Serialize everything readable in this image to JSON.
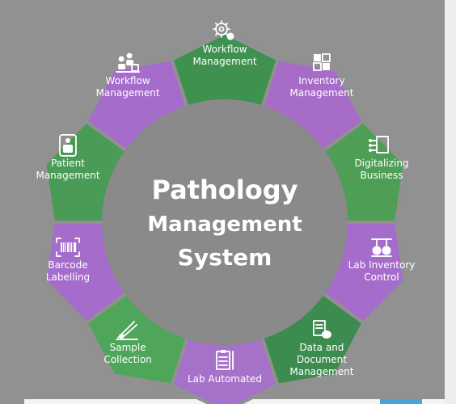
{
  "diagram": {
    "center_title_lines": [
      "Pathology",
      "Management",
      "System"
    ],
    "segments": [
      {
        "label_lines": [
          "Workflow",
          "Management"
        ],
        "color": "#3f9150",
        "icon": "gears-icon"
      },
      {
        "label_lines": [
          "Inventory",
          "Management"
        ],
        "color": "#a76cc8",
        "icon": "inventory-boxes-icon"
      },
      {
        "label_lines": [
          "Digitalizing",
          "Business"
        ],
        "color": "#4f9e56",
        "icon": "network-document-icon"
      },
      {
        "label_lines": [
          "Lab Inventory",
          "Control"
        ],
        "color": "#a56ccb",
        "icon": "lab-flasks-icon"
      },
      {
        "label_lines": [
          "Data and",
          "Document",
          "Management"
        ],
        "color": "#3d8c4f",
        "icon": "document-database-icon"
      },
      {
        "label_lines": [
          "Lab Automated"
        ],
        "color": "#a671c8",
        "icon": "clipboard-report-icon"
      },
      {
        "label_lines": [
          "Sample",
          "Collection"
        ],
        "color": "#4fa55a",
        "icon": "sample-tube-icon"
      },
      {
        "label_lines": [
          "Barcode",
          "Labelling"
        ],
        "color": "#a56ccb",
        "icon": "barcode-scan-icon"
      },
      {
        "label_lines": [
          "Patient",
          "Management"
        ],
        "color": "#4a9b56",
        "icon": "patient-card-icon"
      },
      {
        "label_lines": [
          "Workflow",
          "Management"
        ],
        "color": "#a66ccb",
        "icon": "workflow-people-icon"
      }
    ],
    "colors": {
      "background": "#919191",
      "center_circle": "#8a8a8a",
      "text": "#ffffff"
    }
  }
}
